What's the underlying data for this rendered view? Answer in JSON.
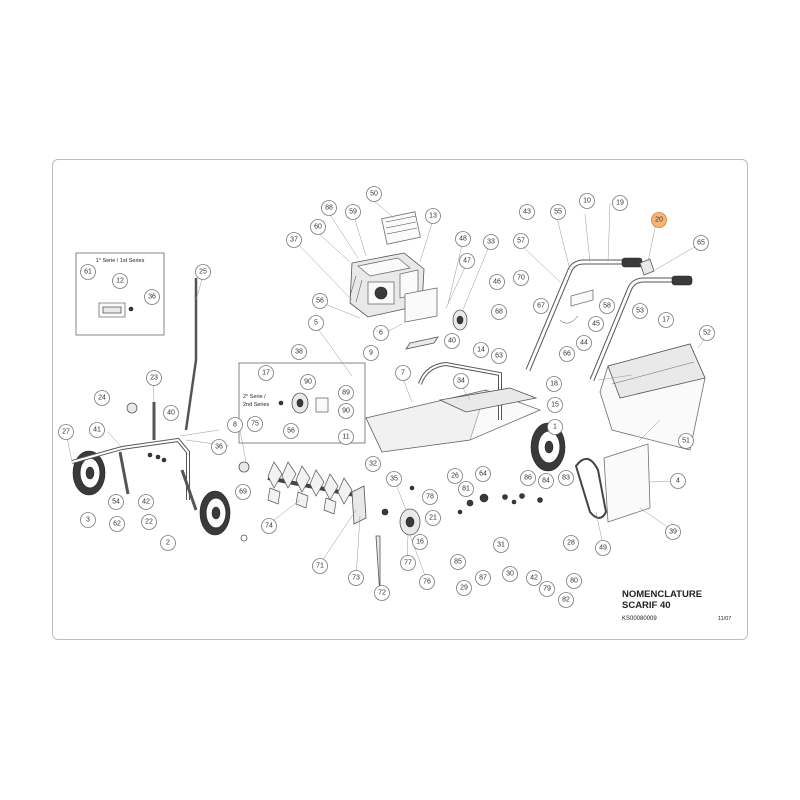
{
  "title_block": {
    "title_line1": "NOMENCLATURE",
    "title_line2": "SCARIF 40",
    "ref": "KS00080009",
    "date": "11/07"
  },
  "inset_series1": {
    "label": "1° Serie / 1st Series",
    "parts": [
      "61",
      "12",
      "36"
    ]
  },
  "inset_series2": {
    "label_line1": "2° Serie /",
    "label_line2": "2nd Series",
    "parts": [
      "17",
      "90",
      "89",
      "90",
      "56"
    ]
  },
  "callouts": [
    {
      "id": "50",
      "highlight": false
    },
    {
      "id": "88",
      "highlight": false
    },
    {
      "id": "59",
      "highlight": false
    },
    {
      "id": "13",
      "highlight": false
    },
    {
      "id": "60",
      "highlight": false
    },
    {
      "id": "37",
      "highlight": false
    },
    {
      "id": "48",
      "highlight": false
    },
    {
      "id": "33",
      "highlight": false
    },
    {
      "id": "47",
      "highlight": false
    },
    {
      "id": "46",
      "highlight": false
    },
    {
      "id": "56",
      "highlight": false
    },
    {
      "id": "6",
      "highlight": false
    },
    {
      "id": "5",
      "highlight": false
    },
    {
      "id": "9",
      "highlight": false
    },
    {
      "id": "40",
      "highlight": false
    },
    {
      "id": "14",
      "highlight": false
    },
    {
      "id": "43",
      "highlight": false
    },
    {
      "id": "55",
      "highlight": false
    },
    {
      "id": "10",
      "highlight": false
    },
    {
      "id": "19",
      "highlight": false
    },
    {
      "id": "20",
      "highlight": true
    },
    {
      "id": "65",
      "highlight": false
    },
    {
      "id": "57",
      "highlight": false
    },
    {
      "id": "70",
      "highlight": false
    },
    {
      "id": "68",
      "highlight": false
    },
    {
      "id": "67",
      "highlight": false
    },
    {
      "id": "58",
      "highlight": false
    },
    {
      "id": "45",
      "highlight": false
    },
    {
      "id": "44",
      "highlight": false
    },
    {
      "id": "63",
      "highlight": false
    },
    {
      "id": "66",
      "highlight": false
    },
    {
      "id": "53",
      "highlight": false
    },
    {
      "id": "17",
      "highlight": false
    },
    {
      "id": "52",
      "highlight": false
    },
    {
      "id": "25",
      "highlight": false
    },
    {
      "id": "38",
      "highlight": false
    },
    {
      "id": "7",
      "highlight": false
    },
    {
      "id": "34",
      "highlight": false
    },
    {
      "id": "18",
      "highlight": false
    },
    {
      "id": "15",
      "highlight": false
    },
    {
      "id": "1",
      "highlight": false
    },
    {
      "id": "51",
      "highlight": false
    },
    {
      "id": "23",
      "highlight": false
    },
    {
      "id": "24",
      "highlight": false
    },
    {
      "id": "40",
      "highlight": false
    },
    {
      "id": "8",
      "highlight": false
    },
    {
      "id": "75",
      "highlight": false
    },
    {
      "id": "11",
      "highlight": false
    },
    {
      "id": "27",
      "highlight": false
    },
    {
      "id": "41",
      "highlight": false
    },
    {
      "id": "36",
      "highlight": false
    },
    {
      "id": "32",
      "highlight": false
    },
    {
      "id": "69",
      "highlight": false
    },
    {
      "id": "26",
      "highlight": false
    },
    {
      "id": "64",
      "highlight": false
    },
    {
      "id": "86",
      "highlight": false
    },
    {
      "id": "84",
      "highlight": false
    },
    {
      "id": "83",
      "highlight": false
    },
    {
      "id": "4",
      "highlight": false
    },
    {
      "id": "3",
      "highlight": false
    },
    {
      "id": "54",
      "highlight": false
    },
    {
      "id": "42",
      "highlight": false
    },
    {
      "id": "62",
      "highlight": false
    },
    {
      "id": "22",
      "highlight": false
    },
    {
      "id": "2",
      "highlight": false
    },
    {
      "id": "74",
      "highlight": false
    },
    {
      "id": "35",
      "highlight": false
    },
    {
      "id": "78",
      "highlight": false
    },
    {
      "id": "81",
      "highlight": false
    },
    {
      "id": "21",
      "highlight": false
    },
    {
      "id": "16",
      "highlight": false
    },
    {
      "id": "85",
      "highlight": false
    },
    {
      "id": "87",
      "highlight": false
    },
    {
      "id": "29",
      "highlight": false
    },
    {
      "id": "31",
      "highlight": false
    },
    {
      "id": "30",
      "highlight": false
    },
    {
      "id": "42",
      "highlight": false
    },
    {
      "id": "79",
      "highlight": false
    },
    {
      "id": "82",
      "highlight": false
    },
    {
      "id": "80",
      "highlight": false
    },
    {
      "id": "28",
      "highlight": false
    },
    {
      "id": "49",
      "highlight": false
    },
    {
      "id": "39",
      "highlight": false
    },
    {
      "id": "71",
      "highlight": false
    },
    {
      "id": "73",
      "highlight": false
    },
    {
      "id": "72",
      "highlight": false
    },
    {
      "id": "77",
      "highlight": false
    },
    {
      "id": "76",
      "highlight": false
    }
  ],
  "colors": {
    "highlight_fill": "#f7b47a",
    "highlight_stroke": "#e07a2a",
    "line": "#6f6f6f"
  }
}
